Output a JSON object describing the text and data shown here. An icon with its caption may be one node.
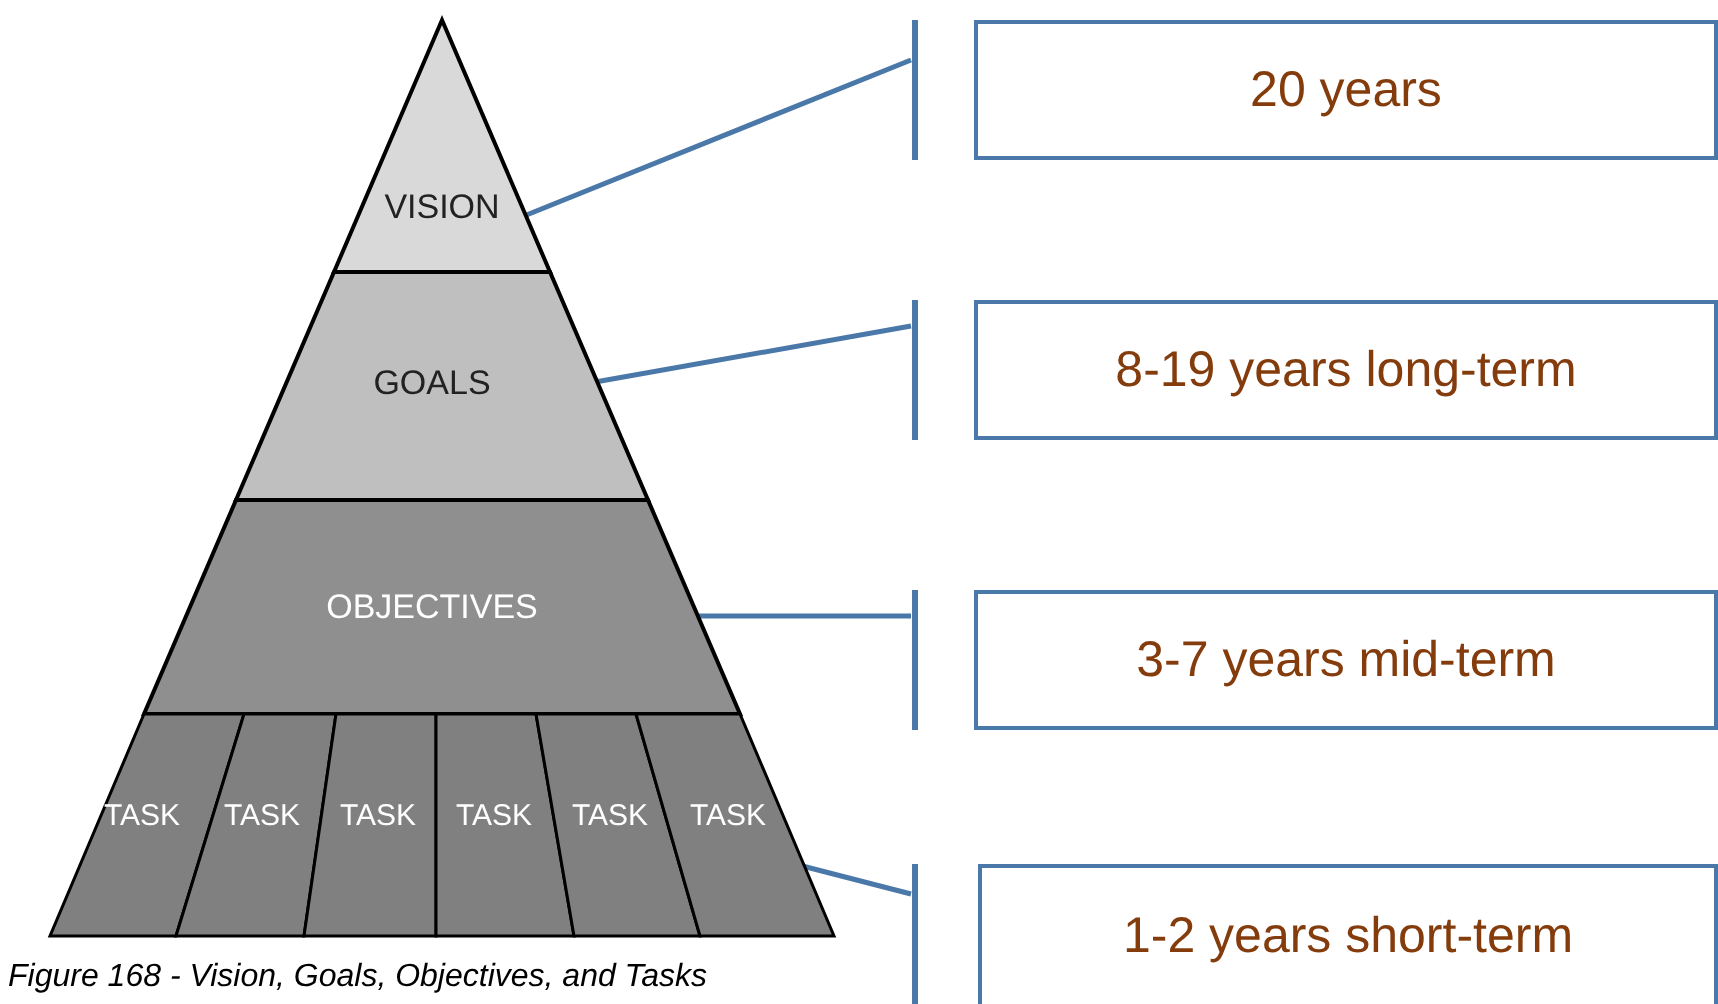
{
  "diagram": {
    "caption": "Figure 168 - Vision, Goals, Objectives, and Tasks",
    "nodes": [
      {
        "text": [
          "VISION"
        ]
      },
      {
        "text": [
          "GOALS"
        ]
      },
      {
        "text": [
          "OBJECTIVES"
        ]
      },
      {
        "text": [
          "TASK"
        ]
      },
      {
        "text": [
          "TASK"
        ]
      },
      {
        "text": [
          "TASK"
        ]
      },
      {
        "text": [
          "TASK"
        ]
      },
      {
        "text": [
          "TASK"
        ]
      },
      {
        "text": [
          "TASK"
        ]
      },
      {
        "text": [],
        "shape": "bar"
      },
      {
        "text": [],
        "shape": "bar"
      },
      {
        "text": [],
        "shape": "bar"
      },
      {
        "text": [],
        "shape": "bar"
      },
      {
        "text": [
          "20 years"
        ]
      },
      {
        "text": [
          "8-19 years long-term"
        ]
      },
      {
        "text": [
          "3-7 years mid-term"
        ]
      },
      {
        "text": [
          "1-2 years short-term"
        ]
      }
    ],
    "edges": [
      {
        "from": 0,
        "to": 9,
        "arrow": "none"
      },
      {
        "from": 1,
        "to": 10,
        "arrow": "none"
      },
      {
        "from": 2,
        "to": 11,
        "arrow": "none"
      },
      {
        "from": 8,
        "to": 12,
        "arrow": "none"
      }
    ]
  }
}
